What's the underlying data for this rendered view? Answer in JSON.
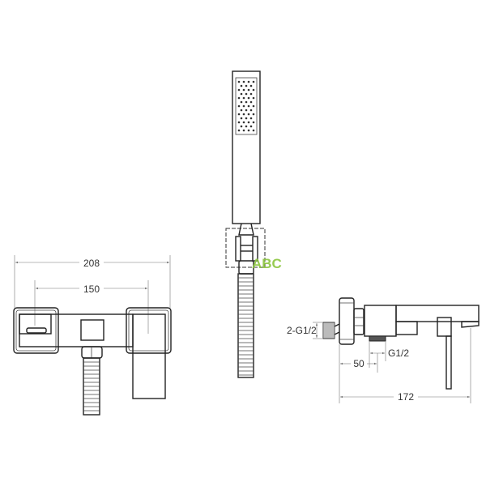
{
  "dimensions": {
    "front_width": "208",
    "front_center_distance": "150",
    "side_inlet_thread": "2-G1/2",
    "side_outlet_thread": "G1/2",
    "side_offset": "50",
    "side_depth": "172"
  },
  "watermark": "ABC",
  "colors": {
    "line": "#222222",
    "watermark": "#8cc63f"
  }
}
